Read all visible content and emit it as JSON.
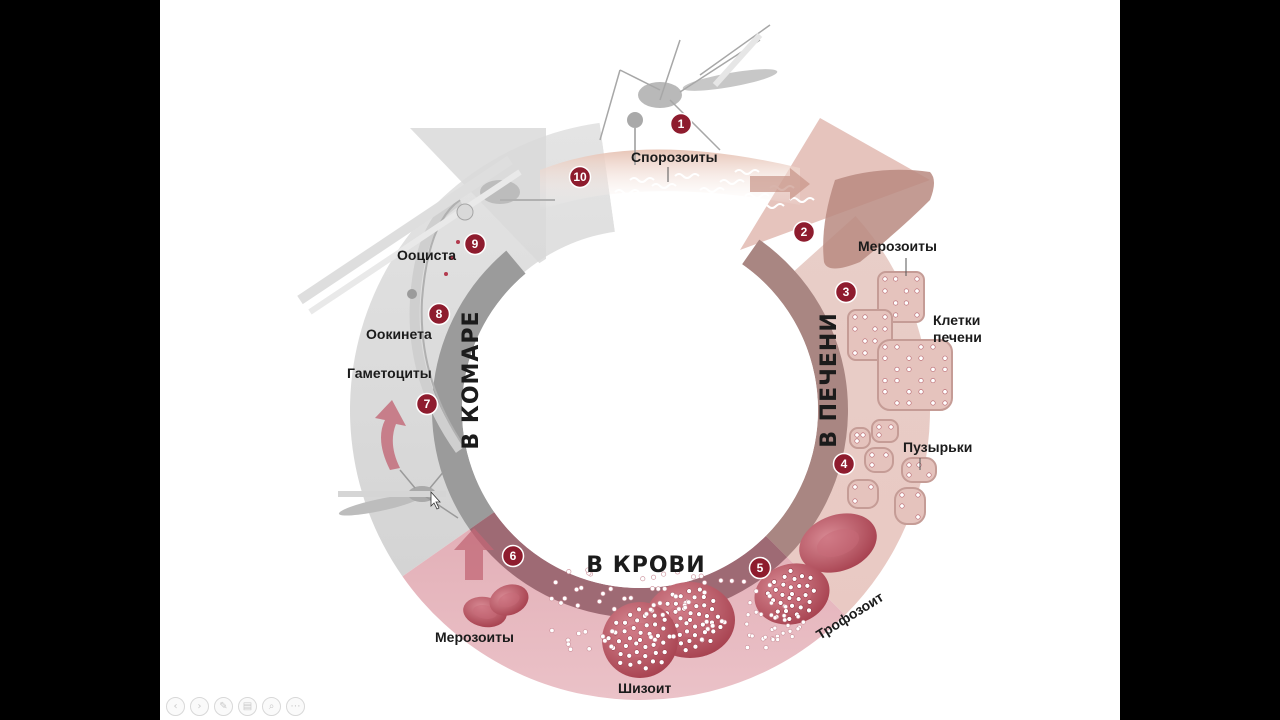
{
  "diagram": {
    "ring_labels": {
      "mosquito": "В КОМАРЕ",
      "liver": "В ПЕЧЕНИ",
      "blood": "В КРОВИ"
    },
    "labels": {
      "sporozoites": "Спорозоиты",
      "merozoites_liver": "Мерозоиты",
      "liver_cells_1": "Клетки",
      "liver_cells_2": "печени",
      "vesicles": "Пузырьки",
      "trophozoite": "Трофозоит",
      "schizont": "Шизоит",
      "merozoites_blood": "Мерозоиты",
      "gametocytes": "Гаметоциты",
      "ookinete": "Оокинета",
      "oocyst": "Ооциста"
    },
    "steps": [
      "1",
      "2",
      "3",
      "4",
      "5",
      "6",
      "7",
      "8",
      "9",
      "10"
    ],
    "colors": {
      "step_badge": "#8e1c2e",
      "mosquito_sector": "#dcdcdc",
      "liver_sector": "#e6c4be",
      "blood_sector": "#d79ea7",
      "cell": "#b8525f",
      "inner_band_liver": "#a98682",
      "inner_band_blood": "#9e6a74",
      "inner_band_mosquito": "#9b9b9b"
    }
  },
  "player_controls": [
    {
      "name": "prev",
      "icon": "chevron-left-icon",
      "glyph": "‹"
    },
    {
      "name": "next",
      "icon": "chevron-right-icon",
      "glyph": "›"
    },
    {
      "name": "pen",
      "icon": "pen-icon",
      "glyph": "✎"
    },
    {
      "name": "slides",
      "icon": "slides-icon",
      "glyph": "▤"
    },
    {
      "name": "zoom",
      "icon": "zoom-icon",
      "glyph": "⌕"
    },
    {
      "name": "more",
      "icon": "more-icon",
      "glyph": "⋯"
    }
  ]
}
